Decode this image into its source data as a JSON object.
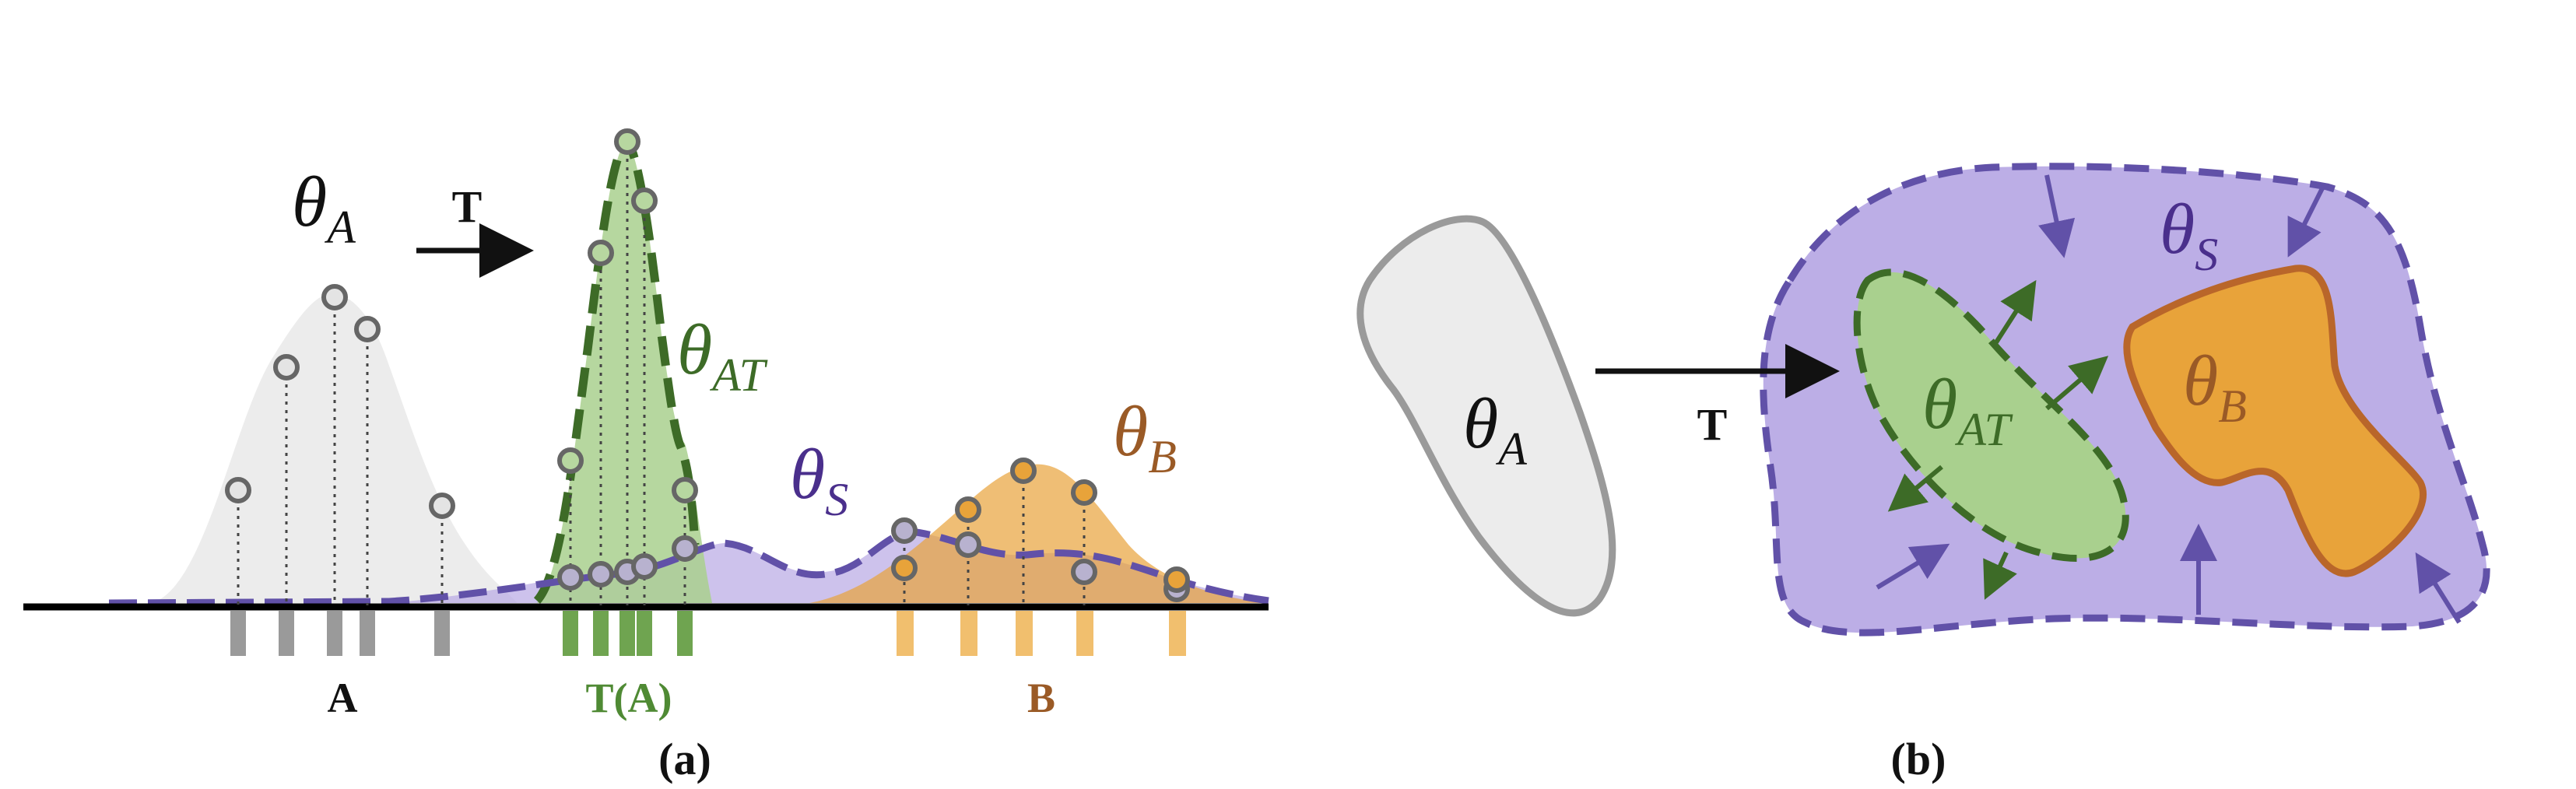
{
  "panel_a": {
    "caption": "(a)",
    "labels": {
      "theta_a": {
        "base": "θ",
        "sub": "A"
      },
      "theta_at": {
        "base": "θ",
        "sub": "AT"
      },
      "theta_s": {
        "base": "θ",
        "sub": "S"
      },
      "theta_b": {
        "base": "θ",
        "sub": "B"
      },
      "transform": "T"
    },
    "sample_labels": {
      "a": "A",
      "ta": "T(A)",
      "b": "B"
    }
  },
  "panel_b": {
    "caption": "(b)",
    "labels": {
      "theta_a": {
        "base": "θ",
        "sub": "A"
      },
      "theta_at": {
        "base": "θ",
        "sub": "AT"
      },
      "theta_s": {
        "base": "θ",
        "sub": "S"
      },
      "theta_b": {
        "base": "θ",
        "sub": "B"
      },
      "transform": "T"
    }
  },
  "colors": {
    "gray_fill": "#ececec",
    "gray_stroke": "#9a9a9a",
    "green_fill": "#a9d08e",
    "green_dark": "#3d6b27",
    "green_bar": "#6fa450",
    "purple_fill": "#bcaee6",
    "purple_stroke": "#6151a8",
    "purple_text": "#4a2f8c",
    "orange_fill": "#e8a33a",
    "orange_stroke": "#b9662a",
    "orange_text": "#9a5a26",
    "orange_bar": "#f1bf6e",
    "point_stroke": "#666666"
  }
}
